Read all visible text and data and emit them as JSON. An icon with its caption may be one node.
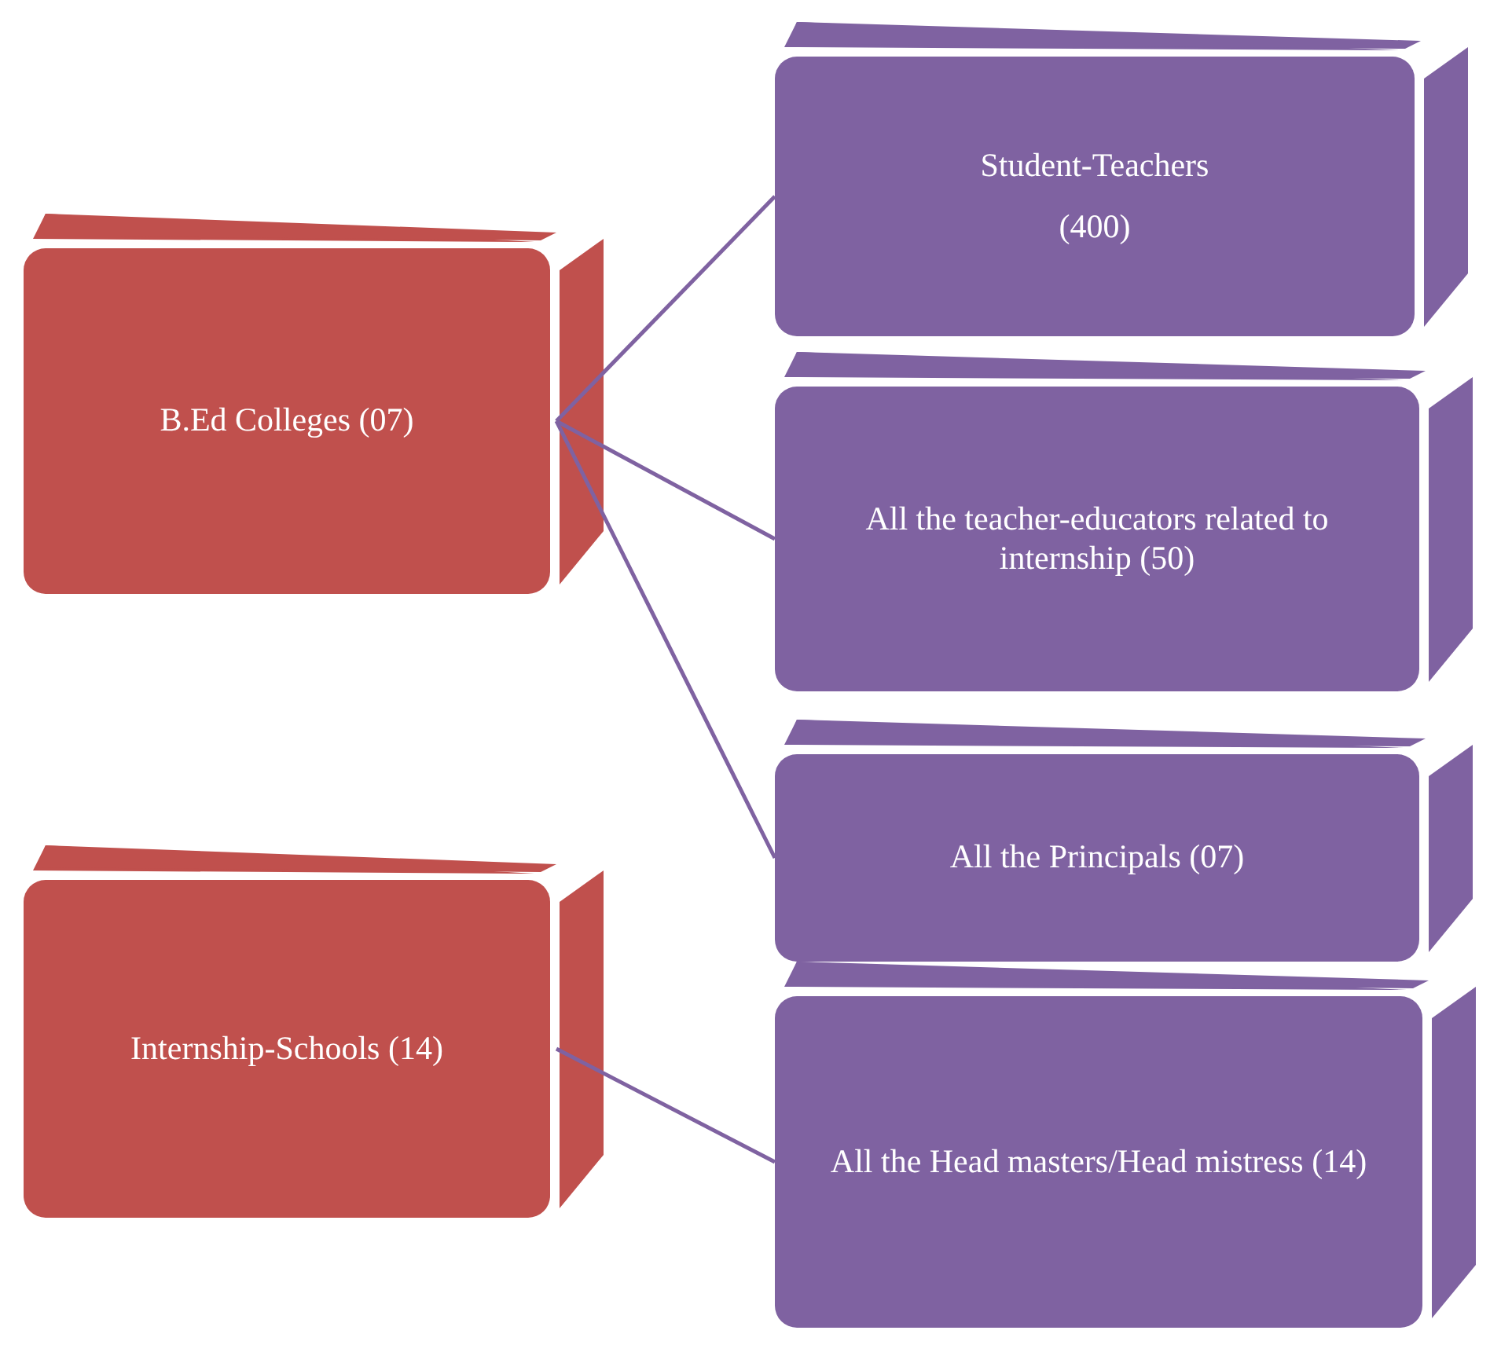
{
  "diagram": {
    "nodes": [
      {
        "text": [
          "B.Ed Colleges (07)"
        ]
      },
      {
        "text": [
          "Internship-Schools (14)"
        ]
      },
      {
        "text": [
          "Student-Teachers",
          "(400)"
        ]
      },
      {
        "text": [
          "All the teacher-educators related to internship (50)"
        ]
      },
      {
        "text": [
          "All the Principals (07)"
        ]
      },
      {
        "text": [
          "All the Head masters/Head mistress (14)"
        ]
      }
    ],
    "edges": [
      {
        "from": 0,
        "to": 2,
        "arrow": "none"
      },
      {
        "from": 0,
        "to": 3,
        "arrow": "none"
      },
      {
        "from": 0,
        "to": 4,
        "arrow": "none"
      },
      {
        "from": 1,
        "to": 5,
        "arrow": "none"
      }
    ]
  }
}
